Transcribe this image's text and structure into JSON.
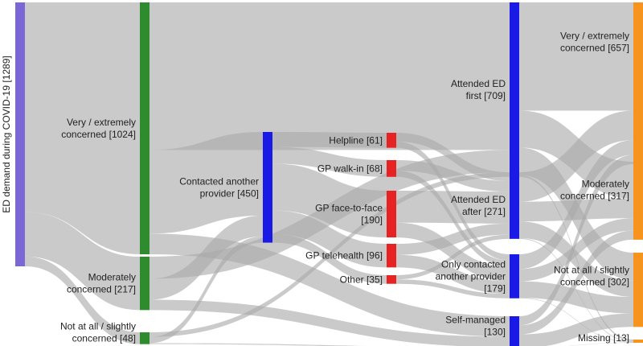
{
  "chart_data": {
    "type": "sankey",
    "colors": {
      "link": "#aaaaaa",
      "root": "#7b68d6",
      "concern": "#2e8b2e",
      "contacted": "#1a1ae6",
      "provider": "#e62222",
      "outcome": "#1a1ae6",
      "final": "#f7941d"
    },
    "nodes": [
      {
        "id": "root",
        "label": "ED demand during COVID-19 [1289]",
        "value": 1289
      },
      {
        "id": "c_very",
        "label": "Very / extremely concerned [1024]",
        "value": 1024
      },
      {
        "id": "c_mod",
        "label": "Moderately concerned [217]",
        "value": 217
      },
      {
        "id": "c_not",
        "label": "Not at all / slightly concerned [48]",
        "value": 48
      },
      {
        "id": "contacted",
        "label": "Contacted another provider [450]",
        "value": 450
      },
      {
        "id": "p_help",
        "label": "Helpline [61]",
        "value": 61
      },
      {
        "id": "p_walk",
        "label": "GP walk-in [68]",
        "value": 68
      },
      {
        "id": "p_f2f",
        "label": "GP face-to-face [190]",
        "value": 190
      },
      {
        "id": "p_tele",
        "label": "GP telehealth [96]",
        "value": 96
      },
      {
        "id": "p_other",
        "label": "Other [35]",
        "value": 35
      },
      {
        "id": "o_first",
        "label": "Attended ED first [709]",
        "value": 709
      },
      {
        "id": "o_after",
        "label": "Attended ED after [271]",
        "value": 271
      },
      {
        "id": "o_only",
        "label": "Only contacted another provider [179]",
        "value": 179
      },
      {
        "id": "o_self",
        "label": "Self-managed [130]",
        "value": 130
      },
      {
        "id": "f_very",
        "label": "Very / extremely concerned [657]",
        "value": 657
      },
      {
        "id": "f_mod",
        "label": "Moderately concerned [317]",
        "value": 317
      },
      {
        "id": "f_not",
        "label": "Not at all / slightly concerned [302]",
        "value": 302
      },
      {
        "id": "f_miss",
        "label": "Missing [13]",
        "value": 13
      }
    ],
    "links": [
      {
        "source": "root",
        "target": "c_very",
        "value": 1024
      },
      {
        "source": "root",
        "target": "c_mod",
        "value": 217
      },
      {
        "source": "root",
        "target": "c_not",
        "value": 48
      },
      {
        "source": "c_very",
        "target": "o_first",
        "value": 600
      },
      {
        "source": "c_very",
        "target": "contacted",
        "value": 340
      },
      {
        "source": "c_very",
        "target": "o_self",
        "value": 84
      },
      {
        "source": "c_mod",
        "target": "o_first",
        "value": 90
      },
      {
        "source": "c_mod",
        "target": "contacted",
        "value": 85
      },
      {
        "source": "c_mod",
        "target": "o_self",
        "value": 42
      },
      {
        "source": "c_not",
        "target": "o_first",
        "value": 19
      },
      {
        "source": "c_not",
        "target": "contacted",
        "value": 25
      },
      {
        "source": "c_not",
        "target": "o_self",
        "value": 4
      },
      {
        "source": "contacted",
        "target": "p_help",
        "value": 61
      },
      {
        "source": "contacted",
        "target": "p_walk",
        "value": 68
      },
      {
        "source": "contacted",
        "target": "p_f2f",
        "value": 190
      },
      {
        "source": "contacted",
        "target": "p_tele",
        "value": 96
      },
      {
        "source": "contacted",
        "target": "p_other",
        "value": 35
      },
      {
        "source": "p_help",
        "target": "o_after",
        "value": 36
      },
      {
        "source": "p_help",
        "target": "o_only",
        "value": 25
      },
      {
        "source": "p_walk",
        "target": "o_after",
        "value": 43
      },
      {
        "source": "p_walk",
        "target": "o_only",
        "value": 25
      },
      {
        "source": "p_f2f",
        "target": "o_after",
        "value": 130
      },
      {
        "source": "p_f2f",
        "target": "o_only",
        "value": 60
      },
      {
        "source": "p_tele",
        "target": "o_after",
        "value": 45
      },
      {
        "source": "p_tele",
        "target": "o_only",
        "value": 51
      },
      {
        "source": "p_other",
        "target": "o_after",
        "value": 17
      },
      {
        "source": "p_other",
        "target": "o_only",
        "value": 18
      },
      {
        "source": "o_first",
        "target": "f_very",
        "value": 440
      },
      {
        "source": "o_first",
        "target": "f_mod",
        "value": 150
      },
      {
        "source": "o_first",
        "target": "f_not",
        "value": 112
      },
      {
        "source": "o_first",
        "target": "f_miss",
        "value": 7
      },
      {
        "source": "o_after",
        "target": "f_very",
        "value": 120
      },
      {
        "source": "o_after",
        "target": "f_mod",
        "value": 80
      },
      {
        "source": "o_after",
        "target": "f_not",
        "value": 68
      },
      {
        "source": "o_after",
        "target": "f_miss",
        "value": 3
      },
      {
        "source": "o_only",
        "target": "f_very",
        "value": 60
      },
      {
        "source": "o_only",
        "target": "f_mod",
        "value": 50
      },
      {
        "source": "o_only",
        "target": "f_not",
        "value": 67
      },
      {
        "source": "o_only",
        "target": "f_miss",
        "value": 2
      },
      {
        "source": "o_self",
        "target": "f_very",
        "value": 37
      },
      {
        "source": "o_self",
        "target": "f_mod",
        "value": 37
      },
      {
        "source": "o_self",
        "target": "f_not",
        "value": 55
      },
      {
        "source": "o_self",
        "target": "f_miss",
        "value": 1
      }
    ]
  }
}
